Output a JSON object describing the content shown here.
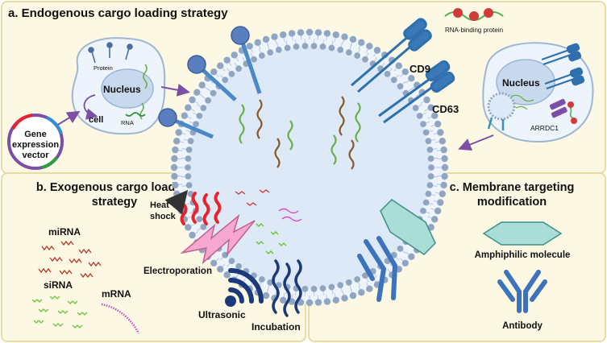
{
  "panels": {
    "a": {
      "title": "a. Endogenous cargo loading strategy"
    },
    "b": {
      "title_line1": "b. Exogenous cargo loading",
      "title_line2": "strategy"
    },
    "c": {
      "title_line1": "c. Membrane targeting",
      "title_line2": "modification"
    }
  },
  "legend": {
    "rna_binding_protein": "RNA-binding protein"
  },
  "cell_left": {
    "protein": "Protein",
    "nucleus": "Nucleus",
    "cell": "cell",
    "rna": "RNA",
    "vector_line1": "Gene",
    "vector_line2": "expression",
    "vector_line3": "vector"
  },
  "cell_right": {
    "nucleus": "Nucleus",
    "arrdc1": "ARRDC1"
  },
  "membrane_proteins": {
    "cd9": "CD9",
    "cd63": "CD63"
  },
  "exogenous": {
    "mirna": "miRNA",
    "sirna": "siRNA",
    "mrna": "mRNA",
    "heat_line1": "Heat",
    "heat_line2": "shock",
    "electroporation": "Electroporation",
    "ultrasonic": "Ultrasonic",
    "incubation": "Incubation"
  },
  "targeting": {
    "amphiphilic": "Amphiphilic molecule",
    "antibody": "Antibody"
  },
  "colors": {
    "panel_bg": "#fdf8e4",
    "panel_border": "#e8dca0",
    "vesicle_fill": "#dde9f7",
    "lipid_head": "#8fa5c2",
    "cd_protein": "#2e6fae",
    "arrow_purple": "#7b4fa6",
    "heat_red": "#e8242a",
    "lightning_pink": "#f7a8d0",
    "ultrasonic_navy": "#1a3a7a",
    "hexagon_teal": "#a9ddd6",
    "antibody_blue": "#3d72bd"
  }
}
